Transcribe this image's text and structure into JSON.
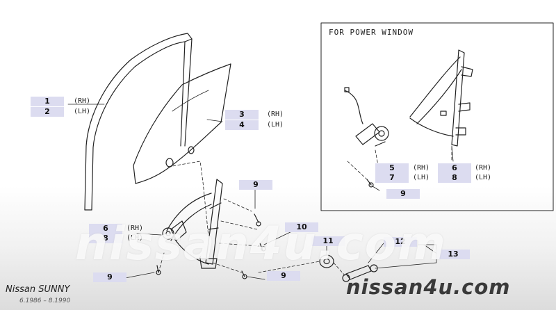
{
  "inset": {
    "title": "FOR POWER WINDOW"
  },
  "parts": [
    {
      "num": "1",
      "side": "(RH)"
    },
    {
      "num": "2",
      "side": "(LH)"
    },
    {
      "num": "3",
      "side": "(RH)"
    },
    {
      "num": "4",
      "side": "(LH)"
    },
    {
      "num": "5",
      "side": "(RH)"
    },
    {
      "num": "7",
      "side": "(LH)"
    },
    {
      "num": "6",
      "side": "(RH)"
    },
    {
      "num": "8",
      "side": "(LH)"
    },
    {
      "num": "9",
      "side": ""
    },
    {
      "num": "6",
      "side": "(RH)"
    },
    {
      "num": "8",
      "side": "(LH)"
    },
    {
      "num": "9",
      "side": ""
    },
    {
      "num": "9",
      "side": ""
    },
    {
      "num": "9",
      "side": ""
    },
    {
      "num": "10",
      "side": ""
    },
    {
      "num": "11",
      "side": ""
    },
    {
      "num": "12",
      "side": ""
    },
    {
      "num": "13",
      "side": ""
    }
  ],
  "watermark": {
    "large": "nissan4u.com",
    "small": "nissan4u.com"
  },
  "model": {
    "name": "Nissan SUNNY",
    "years": "6.1986 – 8.1990"
  }
}
